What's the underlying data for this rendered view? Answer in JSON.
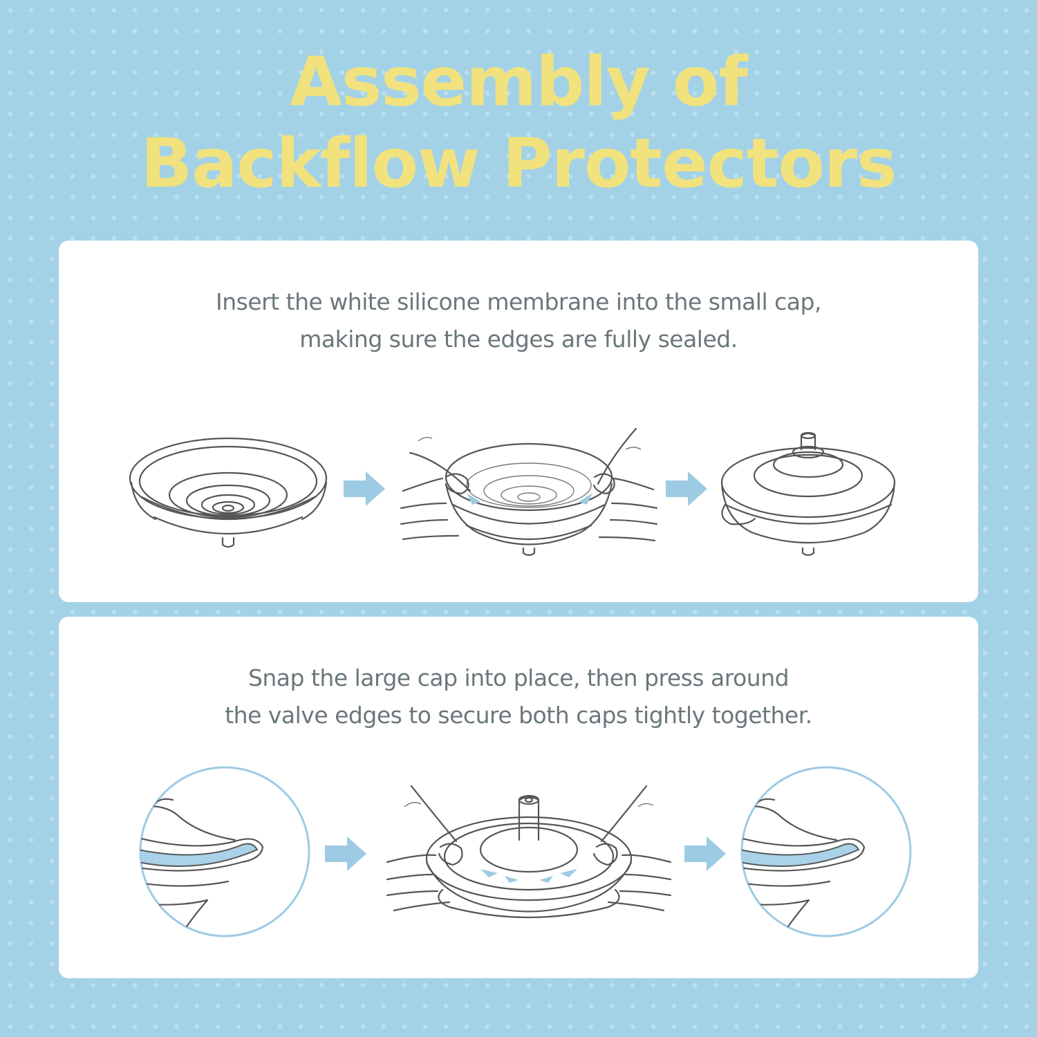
{
  "title": {
    "line1": "Assembly of",
    "line2": "Backflow Protectors"
  },
  "step1": {
    "instruction_line1": "Insert the white silicone membrane into the small cap,",
    "instruction_line2": "making sure the edges are fully sealed."
  },
  "step2": {
    "instruction_line1": "Snap the large cap into place, then press around",
    "instruction_line2": "the valve edges to secure both caps tightly together."
  },
  "colors": {
    "background": "#a3d2e6",
    "title": "#f2e27d",
    "instruction_text": "#6a777a",
    "arrow": "#9dcbe3",
    "panel": "#ffffff"
  },
  "icons": [
    "arrow-right-icon"
  ]
}
